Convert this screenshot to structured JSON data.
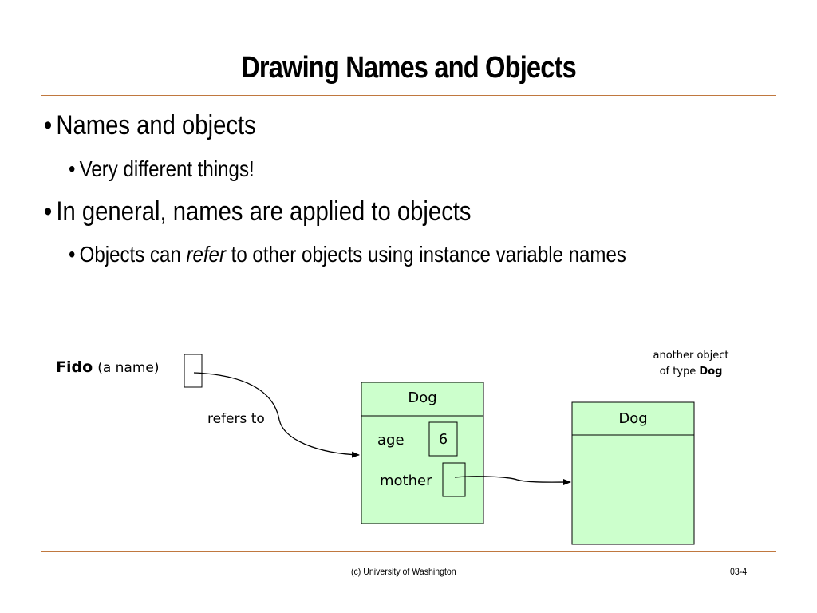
{
  "slide": {
    "title": "Drawing Names and Objects"
  },
  "bullets": [
    {
      "level": 1,
      "text": "Names and objects"
    },
    {
      "level": 2,
      "text": "Very different things!"
    },
    {
      "level": 1,
      "text": "In general, names are applied to objects"
    },
    {
      "level": 2,
      "pre": "Objects can ",
      "em": "refer",
      "post": " to other objects using instance variable names"
    }
  ],
  "bullet_glyph": "•",
  "diagram": {
    "name_label_bold": "Fido",
    "name_label_note": "(a name)",
    "refers_to_label": "refers to",
    "object1": {
      "type_label": "Dog",
      "field1_label": "age",
      "field1_value": "6",
      "field2_label": "mother"
    },
    "object2": {
      "type_label": "Dog"
    },
    "note_line1": "another object",
    "note_line2_pre": "of type",
    "note_line2_bold": "Dog",
    "colors": {
      "object_fill": "#ccffcc",
      "rule": "#c0783f"
    }
  },
  "footer": {
    "credit": "(c) University of Washington",
    "page": "03-4"
  }
}
